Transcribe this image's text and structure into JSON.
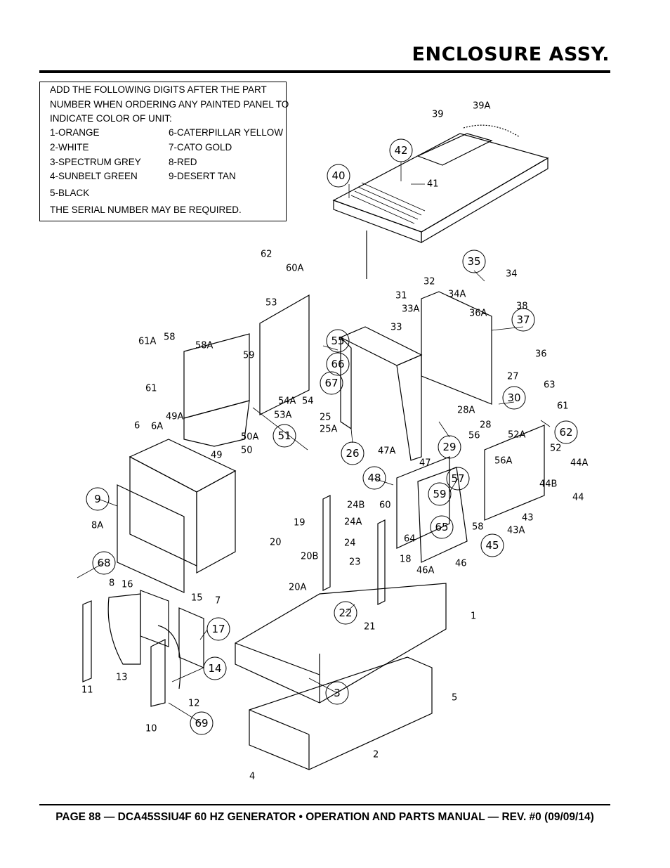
{
  "header": {
    "title": "ENCLOSURE ASSY."
  },
  "note": {
    "lines": [
      "ADD THE FOLLOWING DIGITS AFTER THE PART",
      "NUMBER WHEN ORDERING ANY PAINTED PANEL TO",
      "INDICATE COLOR OF UNIT:"
    ],
    "colors_left": [
      "1-ORANGE",
      "2-WHITE",
      "3-SPECTRUM GREY",
      "4-SUNBELT GREEN",
      "5-BLACK"
    ],
    "colors_right": [
      "6-CATERPILLAR YELLOW",
      "7-CATO GOLD",
      "8-RED",
      "9-DESERT TAN"
    ],
    "serial": "THE SERIAL NUMBER MAY BE REQUIRED."
  },
  "diagram": {
    "circled_labels": [
      "42",
      "40",
      "35",
      "37",
      "30",
      "62",
      "55",
      "66",
      "67",
      "51",
      "26",
      "29",
      "48",
      "57",
      "59",
      "65",
      "45",
      "9",
      "68",
      "17",
      "14",
      "69",
      "22",
      "3"
    ],
    "plain_labels": [
      "39",
      "39A",
      "41",
      "34",
      "34A",
      "38",
      "36A",
      "36",
      "33A",
      "33",
      "31",
      "32",
      "27",
      "63",
      "61",
      "52A",
      "52",
      "56",
      "56A",
      "28",
      "28A",
      "44A",
      "44B",
      "44",
      "43",
      "43A",
      "47A",
      "47",
      "60",
      "64",
      "58",
      "46",
      "46A",
      "62",
      "60A",
      "53",
      "58A",
      "59",
      "61A",
      "58",
      "61",
      "49A",
      "6",
      "6A",
      "49",
      "50",
      "50A",
      "53A",
      "54A",
      "54",
      "25",
      "25A",
      "8A",
      "7",
      "8",
      "16",
      "15",
      "11",
      "13",
      "12",
      "10",
      "19",
      "24B",
      "24A",
      "24",
      "20",
      "20B",
      "20A",
      "23",
      "18",
      "21",
      "1",
      "5",
      "2",
      "4"
    ]
  },
  "footer": {
    "text": "PAGE 88 — DCA45SSIU4F 60 HZ GENERATOR • OPERATION AND PARTS MANUAL — REV. #0 (09/09/14)"
  }
}
